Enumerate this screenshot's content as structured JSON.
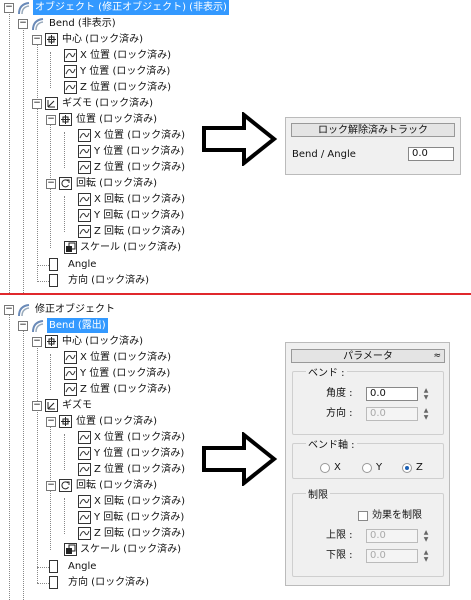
{
  "top_tree": {
    "root": "オブジェクト (修正オブジェクト) (非表示)",
    "bend": "Bend (非表示)",
    "center": "中心 (ロック済み)",
    "cx": "X 位置 (ロック済み)",
    "cy": "Y 位置 (ロック済み)",
    "cz": "Z 位置 (ロック済み)",
    "gizmo": "ギズモ (ロック済み)",
    "position": "位置 (ロック済み)",
    "px": "X 位置 (ロック済み)",
    "py": "Y 位置 (ロック済み)",
    "pz": "Z 位置 (ロック済み)",
    "rotation": "回転 (ロック済み)",
    "rx": "X 回転 (ロック済み)",
    "ry": "Y 回転 (ロック済み)",
    "rz": "Z 回転 (ロック済み)",
    "scale": "スケール (ロック済み)",
    "angle": "Angle",
    "direction": "方向 (ロック済み)"
  },
  "unlocked_panel": {
    "title": "ロック解除済みトラック",
    "row_label": "Bend / Angle",
    "row_value": "0.0"
  },
  "bottom_tree": {
    "root": "修正オブジェクト",
    "bend": "Bend (露出)",
    "center": "中心 (ロック済み)",
    "cx": "X 位置 (ロック済み)",
    "cy": "Y 位置 (ロック済み)",
    "cz": "Z 位置 (ロック済み)",
    "gizmo": "ギズモ",
    "position": "位置 (ロック済み)",
    "px": "X 位置 (ロック済み)",
    "py": "Y 位置 (ロック済み)",
    "pz": "Z 位置 (ロック済み)",
    "rotation": "回転 (ロック済み)",
    "rx": "X 回転 (ロック済み)",
    "ry": "Y 回転 (ロック済み)",
    "rz": "Z 回転 (ロック済み)",
    "scale": "スケール (ロック済み)",
    "angle": "Angle",
    "direction": "方向 (ロック済み)"
  },
  "params_panel": {
    "title": "パラメータ",
    "collapse": "≈",
    "bend_group": "ベンド :",
    "angle_label": "角度 :",
    "angle_value": "0.0",
    "direction_label": "方向 :",
    "direction_value": "0.0",
    "axis_group": "ベンド軸 :",
    "axis_x": "X",
    "axis_y": "Y",
    "axis_z": "Z",
    "selected_axis": "Z",
    "limits_group": "制限",
    "limit_effect": "効果を制限",
    "upper_label": "上限 :",
    "upper_value": "0.0",
    "lower_label": "下限 :",
    "lower_value": "0.0"
  },
  "colors": {
    "selection": "#3399ff",
    "divider": "#e0282c",
    "radio_dot": "#1a5fb4"
  }
}
